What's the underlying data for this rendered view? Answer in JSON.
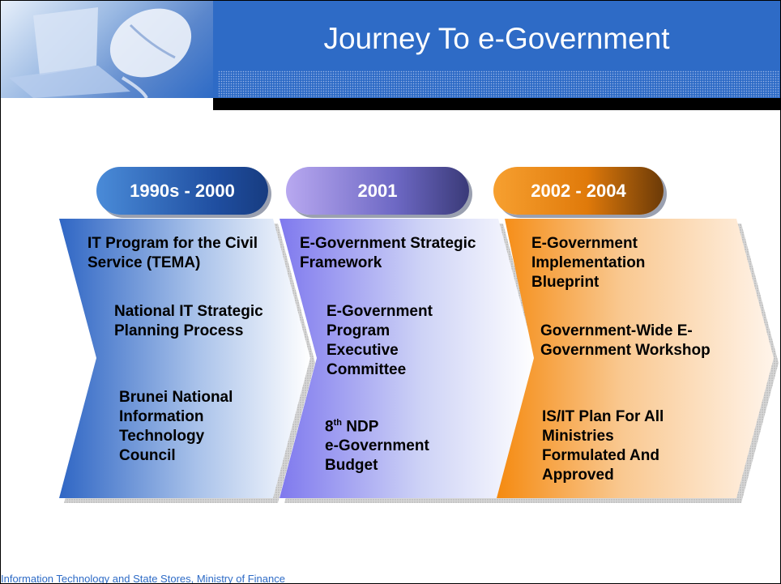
{
  "slide": {
    "title": "Journey To e-Government",
    "footer": "Information Technology and State Stores, Ministry of Finance"
  },
  "columns": [
    {
      "period": "1990s - 2000",
      "items": [
        "IT Program for the Civil Service (TEMA)",
        "National IT Strategic Planning Process",
        "Brunei National Information Technology Council"
      ]
    },
    {
      "period": "2001",
      "items": [
        "E-Government Strategic Framework",
        "E-Government Program Executive Committee",
        "8th NDP e-Government Budget"
      ]
    },
    {
      "period": "2002 - 2004",
      "items": [
        "E-Government Implementation Blueprint",
        "Government-Wide E-Government Workshop",
        "IS/IT Plan For All Ministries Formulated And Approved"
      ]
    }
  ],
  "colors": {
    "header_blue": "#2e6bc6",
    "col1_accent": "#3a72cc",
    "col2_accent": "#8c86f0",
    "col3_accent": "#f58a10"
  }
}
